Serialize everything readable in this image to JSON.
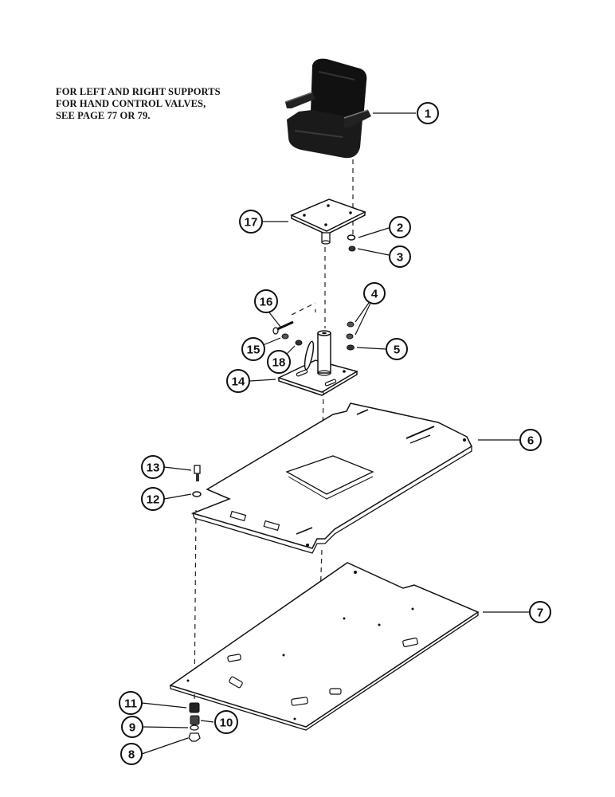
{
  "note": {
    "line1": "FOR LEFT AND RIGHT SUPPORTS",
    "line2": "FOR HAND CONTROL VALVES,",
    "line3": "SEE PAGE 77 OR 79."
  },
  "callouts": [
    {
      "id": "callout-1",
      "label": "1"
    },
    {
      "id": "callout-2",
      "label": "2"
    },
    {
      "id": "callout-3",
      "label": "3"
    },
    {
      "id": "callout-4",
      "label": "4"
    },
    {
      "id": "callout-5",
      "label": "5"
    },
    {
      "id": "callout-6",
      "label": "6"
    },
    {
      "id": "callout-7",
      "label": "7"
    },
    {
      "id": "callout-8",
      "label": "8"
    },
    {
      "id": "callout-9",
      "label": "9"
    },
    {
      "id": "callout-10",
      "label": "10"
    },
    {
      "id": "callout-11",
      "label": "11"
    },
    {
      "id": "callout-12",
      "label": "12"
    },
    {
      "id": "callout-13",
      "label": "13"
    },
    {
      "id": "callout-14",
      "label": "14"
    },
    {
      "id": "callout-15",
      "label": "15"
    },
    {
      "id": "callout-16",
      "label": "16"
    },
    {
      "id": "callout-17",
      "label": "17"
    },
    {
      "id": "callout-18",
      "label": "18"
    }
  ]
}
